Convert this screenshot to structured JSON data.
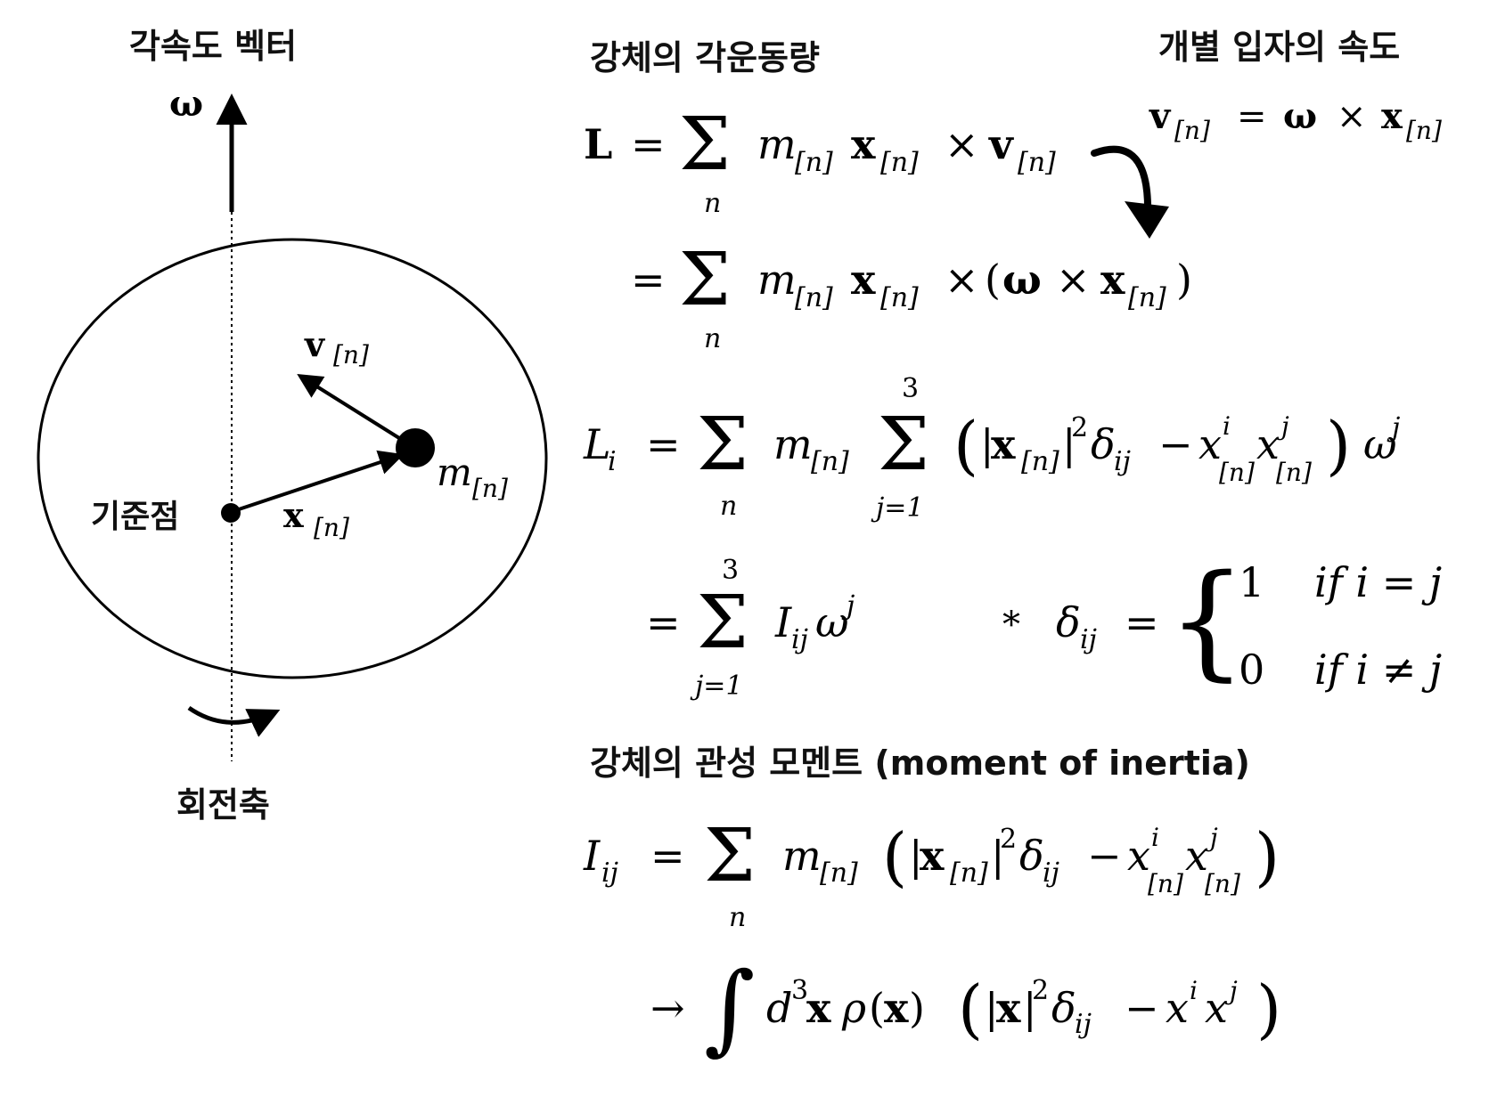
{
  "diagram": {
    "omega_axis_title": "각속도 벡터",
    "omega_symbol": "ω",
    "reference_point_label": "기준점",
    "rotation_axis_label": "회전축",
    "position_symbol": "x",
    "velocity_symbol": "v",
    "mass_symbol": "m",
    "index_subscript": "[n]"
  },
  "headings": {
    "angular_momentum": "강체의 각운동량",
    "particle_velocity": "개별 입자의 속도",
    "moment_of_inertia": "강체의 관성 모멘트 (moment of inertia)"
  },
  "equations": {
    "particle_velocity": "v[n] = ω × x[n]",
    "L_line1": "L = Σ_n m[n] x[n] × v[n]",
    "L_line2": "= Σ_n m[n] x[n] × (ω × x[n])",
    "Li_line1": "L_i = Σ_n m[n] Σ_{j=1}^{3} ( |x[n]|² δ_ij − x^i[n] x^j[n] ) ω^j",
    "Li_line2": "= Σ_{j=1}^{3} I_ij ω^j",
    "delta_def": "* δ_ij = { 1 if i = j ; 0 if i ≠ j }",
    "Iij_line1": "I_ij = Σ_n m[n] ( |x[n]|² δ_ij − x^i[n] x^j[n] )",
    "Iij_line2": "→ ∫ d³x ρ(x) ( |x|² δ_ij − x^i x^j )"
  },
  "delta_cases": {
    "one": "1",
    "zero": "0",
    "if_eq": "if i = j",
    "if_neq": "if i ≠ j"
  }
}
